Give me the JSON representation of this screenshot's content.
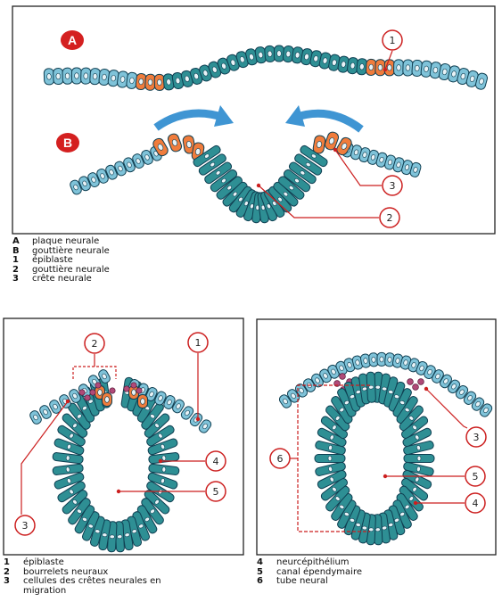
{
  "colors": {
    "cell": "#2e8f94",
    "cell_light": "#7fc3d9",
    "crest": "#f07c3c",
    "label_red": "#cc1f1f",
    "arrow": "#3f95d3",
    "frame": "#222222"
  },
  "top_panel": {
    "stage_a_label": "A",
    "stage_b_label": "B",
    "callouts": [
      "1",
      "3",
      "2"
    ]
  },
  "top_legend": [
    {
      "key": "A",
      "text": "plaque neurale"
    },
    {
      "key": "B",
      "text": "gouttière neurale"
    },
    {
      "key": "1",
      "text": "épiblaste"
    },
    {
      "key": "2",
      "text": "gouttière neurale"
    },
    {
      "key": "3",
      "text": "crête neurale"
    }
  ],
  "left_panel": {
    "callouts": [
      "2",
      "1",
      "4",
      "5",
      "3"
    ]
  },
  "right_panel": {
    "callouts": [
      "3",
      "6",
      "5",
      "4"
    ]
  },
  "bottom_left_legend": [
    {
      "key": "1",
      "text": "épiblaste"
    },
    {
      "key": "2",
      "text": "bourrelets neuraux"
    },
    {
      "key": "3",
      "text": "cellules des crêtes neurales en",
      "cont": "migration"
    }
  ],
  "bottom_right_legend": [
    {
      "key": "4",
      "text": "neurcépithélium"
    },
    {
      "key": "5",
      "text": "canal épendymaire"
    },
    {
      "key": "6",
      "text": "tube neural"
    }
  ]
}
